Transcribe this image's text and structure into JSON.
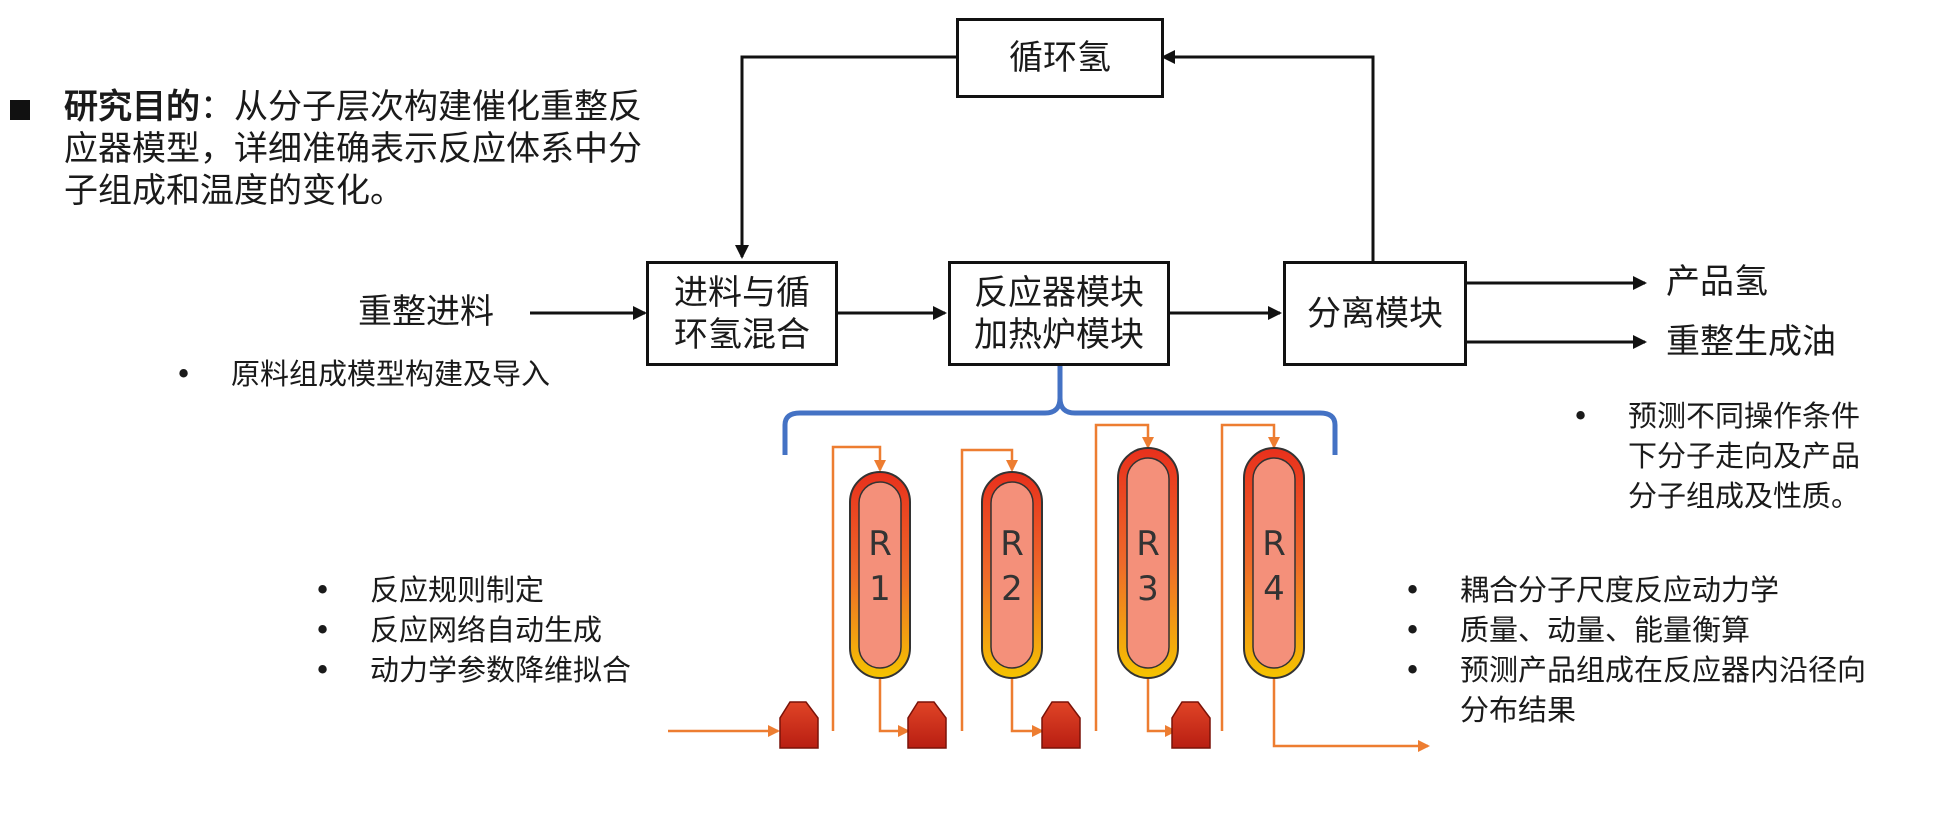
{
  "objective": {
    "label": "研究目的",
    "lines": [
      "：从分子层次构建催化重整反",
      "应器模型，详细准确表示反应体系中分",
      "子组成和温度的变化。"
    ]
  },
  "boxes": {
    "recycle_h2": "循环氢",
    "mix": [
      "进料与循",
      "环氢混合"
    ],
    "reactor": [
      "反应器模块",
      "加热炉模块"
    ],
    "separator": "分离模块"
  },
  "labels": {
    "feed": "重整进料",
    "product_h2": "产品氢",
    "reformate": "重整生成油"
  },
  "bullets": {
    "feed_model": [
      "原料组成模型构建及导入"
    ],
    "prediction": [
      "预测不同操作条件",
      "下分子走向及产品",
      "分子组成及性质。"
    ],
    "rules": [
      "反应规则制定",
      "反应网络自动生成",
      "动力学参数降维拟合"
    ],
    "kinetics": [
      "耦合分子尺度反应动力学",
      "质量、动量、能量衡算",
      "预测产品组成在反应器内沿径向",
      "分布结果"
    ]
  },
  "reactors": [
    {
      "line1": "R",
      "line2": "1"
    },
    {
      "line1": "R",
      "line2": "2"
    },
    {
      "line1": "R",
      "line2": "3"
    },
    {
      "line1": "R",
      "line2": "4"
    }
  ],
  "colors": {
    "brace": "#4472C4",
    "pipe": "#ED7D31",
    "reactor_fill": "#F4907A",
    "reactor_top": "#E8301C",
    "reactor_bottom": "#F5C400",
    "heater": "#D2321E"
  }
}
